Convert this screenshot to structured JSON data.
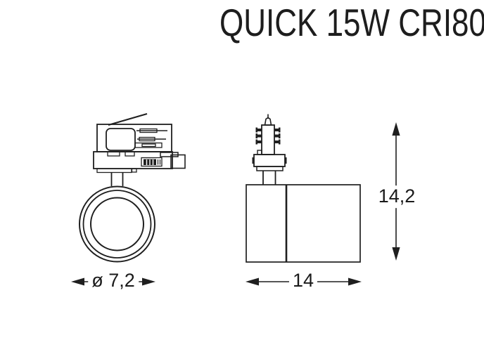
{
  "title": "QUICK 15W CRI80",
  "views": {
    "front": {
      "name": "front view of track spotlight with 3-phase track adapter",
      "diameter_label": "ø 7,2"
    },
    "side": {
      "name": "side view of cylindrical spotlight body with track plug",
      "width_label": "14",
      "height_label": "14,2"
    }
  },
  "colors": {
    "background": "#ffffff",
    "line": "#1f1f1f",
    "text": "#1a1a1a"
  }
}
